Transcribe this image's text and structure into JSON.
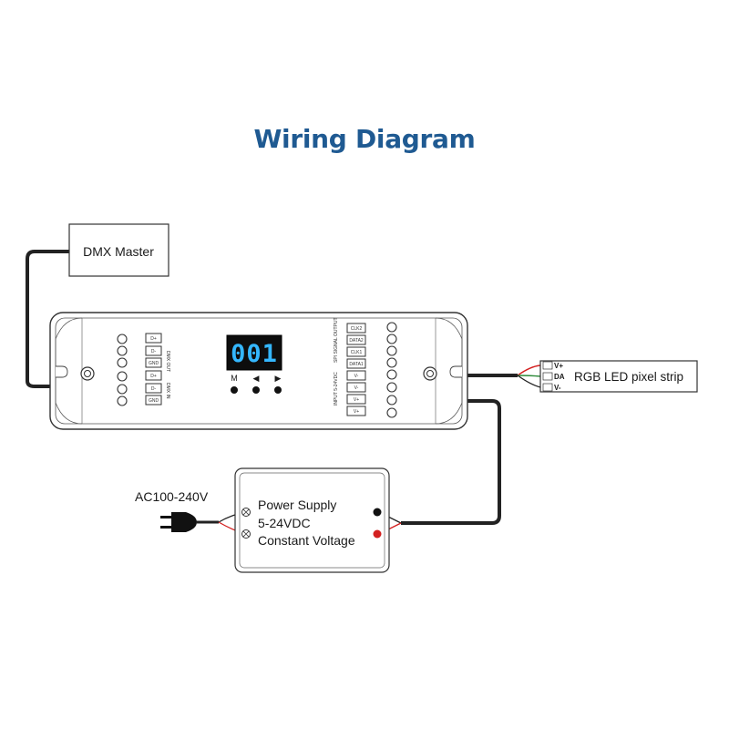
{
  "title": "Wiring Diagram",
  "dmx_master": {
    "label": "DMX Master"
  },
  "decoder": {
    "display_value": "001",
    "buttons": [
      "M",
      "◀",
      "▶"
    ],
    "dmx_terminals": [
      "D+",
      "D-",
      "GND",
      "D+",
      "D-",
      "GND"
    ],
    "dmx_side_labels": [
      "DMX OUT",
      "DMX IN"
    ],
    "output_terminals": [
      "CLK2",
      "DATA2",
      "CLK1",
      "DATA1"
    ],
    "output_side_label": "SPI SIGNAL OUTPUT",
    "input_terminals": [
      "V-",
      "V-",
      "V+",
      "V+"
    ],
    "input_side_label": "INPUT 5-24VDC"
  },
  "led_strip": {
    "label": "RGB LED pixel strip",
    "pins": [
      "V+",
      "DA",
      "V-"
    ]
  },
  "power_supply": {
    "ac_label": "AC100-240V",
    "lines": [
      "Power Supply",
      "5-24VDC",
      "Constant Voltage"
    ]
  },
  "colors": {
    "title": "#1f5a92",
    "wire_dark": "#222222",
    "wire_red": "#d32020",
    "wire_green": "#2e8b3a",
    "wire_blue": "#2a5fb0",
    "display_bg": "#0d0d0d",
    "display_digits": "#34b7ff"
  }
}
